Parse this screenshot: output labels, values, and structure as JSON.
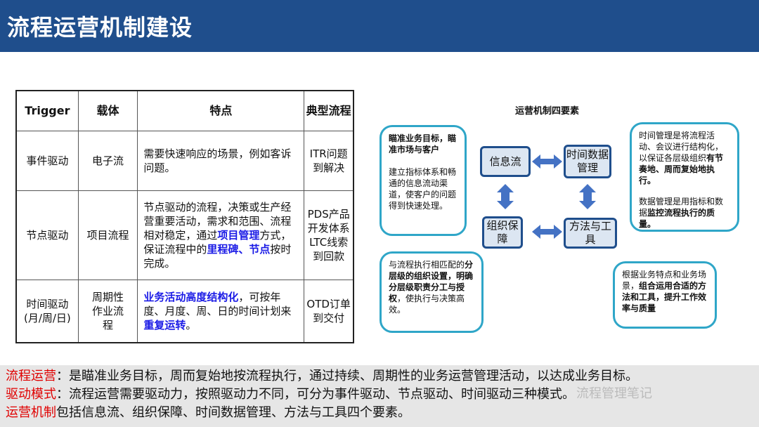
{
  "title": "流程运营机制建设",
  "table": {
    "headers": [
      "Trigger",
      "载体",
      "特点",
      "典型流程"
    ],
    "rows": [
      {
        "trigger": "事件驱动",
        "carrier": "电子流",
        "feature": "需要快速响应的场景，例如客诉问题。",
        "process": "ITR问题到解决"
      },
      {
        "trigger": "节点驱动",
        "carrier": "项目流程",
        "feature_a": "节点驱动的流程，决策或生产经营重要活动，需求和范围、流程相对稳定，通过",
        "feature_hl1": "项目管理",
        "feature_b": "方式，保证流程中的",
        "feature_hl2": "里程碑、节点",
        "feature_c": "按时完成。",
        "process": "PDS产品开发体系LTC线索到回款"
      },
      {
        "trigger": "时间驱动(月/周/日)",
        "carrier": "周期性作业流程",
        "feature_hl1": "业务活动高度结构化",
        "feature_a": "，可按年度、月度、周、日的时间计划来",
        "feature_hl2": "重复运转",
        "feature_b": "。",
        "process": "OTD订单到交付"
      }
    ]
  },
  "diagram": {
    "title": "运营机制四要素",
    "nodes": {
      "info": "信息流",
      "time": "时间数据管理",
      "org": "组织保障",
      "method": "方法与工具"
    },
    "bubbles": {
      "top_left_bold": "瞄准业务目标，瞄准市场与客户",
      "top_left_text": "建立指标体系和畅通的信息流动渠道，使客户的问题得到快速处理。",
      "top_right_a": "时间管理是将流程活动、会议进行结构化，以保证各层级组织",
      "top_right_b1": "有节奏地、周而复始地执行。",
      "top_right_c": "数据管理是用指标和数据",
      "top_right_b2": "监控流程执行的质量。",
      "bottom_left_a": "与流程执行相匹配的",
      "bottom_left_b": "分层级的组织设置，明确分层级职责分工与授权",
      "bottom_left_c": "，使执行与决策高效。",
      "bottom_right_a": "根据业务特点和业务场景，",
      "bottom_right_b": "组合运用合适的方法和工具，提升工作效率与质量"
    },
    "arrow_color": "#4472C4"
  },
  "footer": {
    "line1_term": "流程运营",
    "line1_text": "：是瞄准业务目标，周而复始地按流程执行，通过持续、周期性的业务运营管理活动，以达成业务目标。",
    "line2_term": "驱动模式",
    "line2_text": "：流程运营需要驱动力，按照驱动力不同，可分为事件驱动、节点驱动、时间驱动三种模式。",
    "line3_term": "运营机制",
    "line3_text": "包括信息流、组织保障、时间数据管理、方法与工具四个要素。",
    "watermark": "流程管理笔记"
  },
  "colors": {
    "header": "#1F4E8C",
    "accent": "#2FA6C8",
    "highlight": "#1A1AE6",
    "term": "#E00000"
  }
}
